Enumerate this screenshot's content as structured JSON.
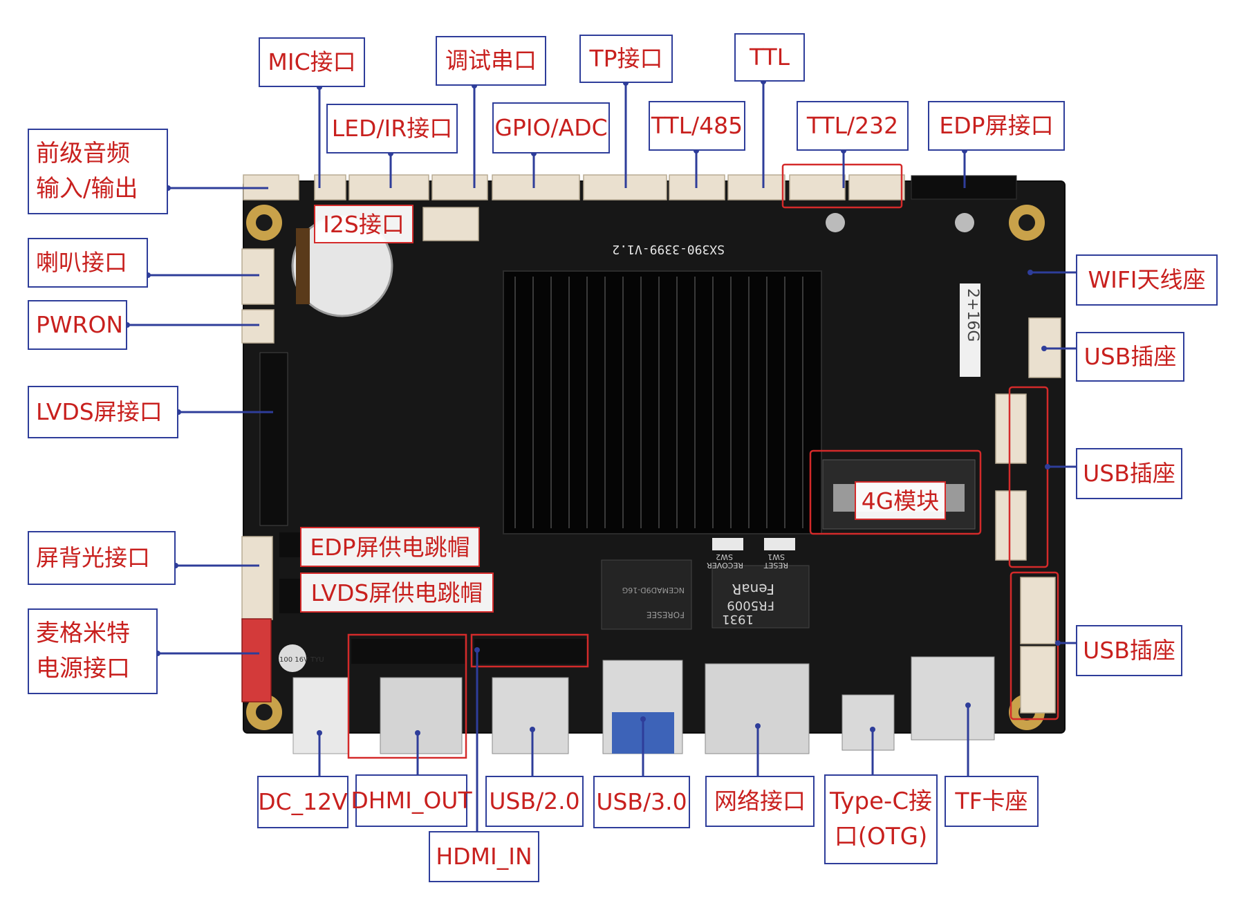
{
  "board": {
    "model": "SX390-3399-V1.2",
    "memory": "2+16G",
    "chip_brand": "FORESEE",
    "chip_code": "NCEMAD9D-16G",
    "lan_chip_brand": "FenaR",
    "lan_chip_model": "FR5009",
    "lan_chip_year": "1931",
    "sw1": "SW1",
    "sw2": "SW2",
    "reset": "RESET",
    "recover": "RECOVER",
    "capacitor": "100 16V TYU"
  },
  "callouts": {
    "audio_io": [
      "前级音频",
      "输入/输出"
    ],
    "mic": "MIC接口",
    "led_ir": "LED/IR接口",
    "debug_uart": "调试串口",
    "gpio_adc": "GPIO/ADC",
    "tp": "TP接口",
    "ttl485": "TTL/485",
    "ttl": "TTL",
    "ttl232": "TTL/232",
    "edp": "EDP屏接口",
    "speaker": "喇叭接口",
    "pwron": "PWRON",
    "lvds": "LVDS屏接口",
    "backlight": "屏背光接口",
    "molex_power": [
      "麦格米特",
      "电源接口"
    ],
    "wifi": "WIFI天线座",
    "usb_socket_1": "USB插座",
    "usb_socket_2": "USB插座",
    "usb_socket_3": "USB插座",
    "dc12v": "DC_12V",
    "hdmi_out": "DHMI_OUT",
    "usb20": "USB/2.0",
    "usb30": "USB/3.0",
    "network": "网络接口",
    "typec": [
      "Type-C接",
      "口(OTG)"
    ],
    "tf": "TF卡座",
    "hdmi_in": "HDMI_IN"
  },
  "board_tags": {
    "i2s": "I2S接口",
    "module_4g": "4G模块",
    "edp_jumper": "EDP屏供电跳帽",
    "lvds_jumper": "LVDS屏供电跳帽"
  },
  "colors": {
    "label_text": "#c8201e",
    "label_border": "#2e3d9a",
    "leader_line": "#2e3d9a",
    "highlight": "#d42a2a",
    "pcb": "#1a1a1a"
  }
}
